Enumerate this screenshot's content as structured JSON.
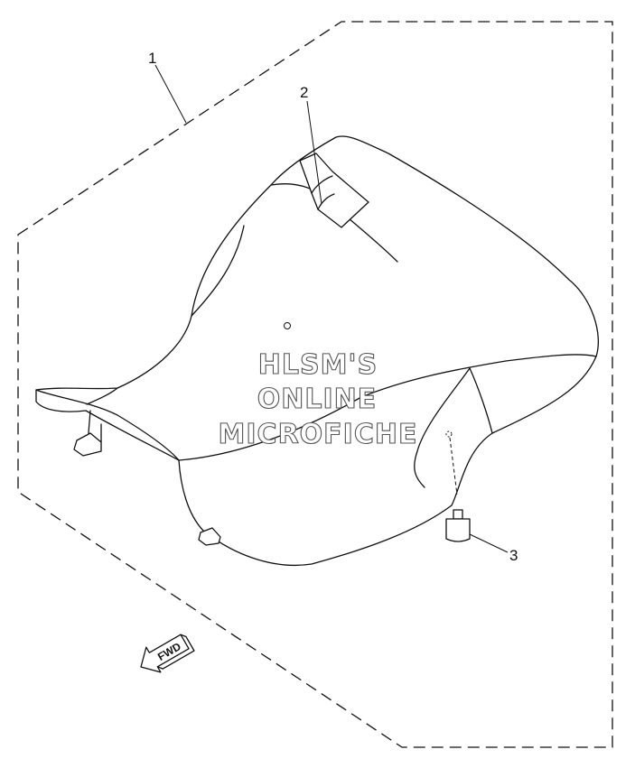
{
  "callouts": [
    {
      "id": "1",
      "label": "1"
    },
    {
      "id": "2",
      "label": "2"
    },
    {
      "id": "3",
      "label": "3"
    }
  ],
  "watermark": {
    "line1": "HLSM'S",
    "line2": "ONLINE",
    "line3": "MICROFICHE"
  },
  "fwd_arrow": {
    "label": "FWD"
  }
}
